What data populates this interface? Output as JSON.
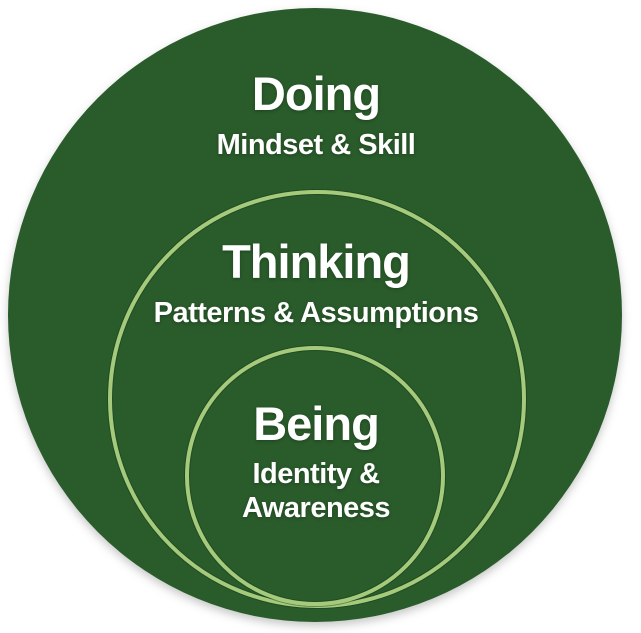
{
  "diagram": {
    "type": "nested-circles",
    "colors": {
      "background": "#ffffff",
      "circle_fill": "#2a5b2b",
      "ring_stroke": "#a5ca7c",
      "text": "#ffffff"
    },
    "rings": [
      {
        "id": "doing",
        "name": "Doing",
        "subtitle_lines": [
          "Mindset & Skill"
        ]
      },
      {
        "id": "thinking",
        "name": "Thinking",
        "subtitle_lines": [
          "Patterns & Assumptions"
        ]
      },
      {
        "id": "being",
        "name": "Being",
        "subtitle_lines": [
          "Identity &",
          "Awareness"
        ]
      }
    ]
  }
}
